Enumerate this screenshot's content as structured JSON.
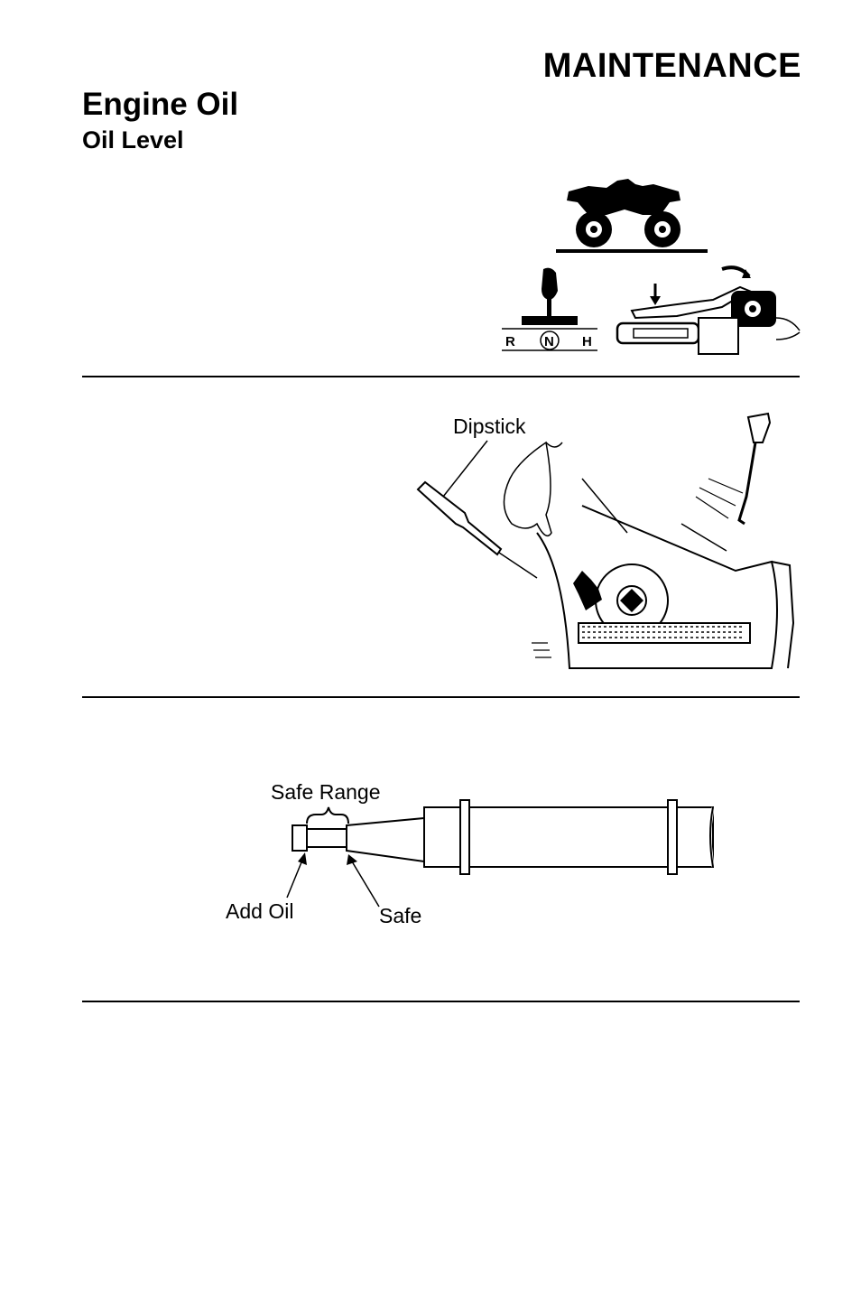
{
  "header": {
    "section_title": "MAINTENANCE"
  },
  "heading": {
    "title": "Engine Oil",
    "subtitle": "Oil Level"
  },
  "figure_prep": {
    "shift_positions": [
      "R",
      "N",
      "H"
    ]
  },
  "figure_dipstick": {
    "callout": "Dipstick"
  },
  "figure_levels": {
    "safe_range": "Safe Range",
    "add_oil": "Add Oil",
    "safe": "Safe"
  }
}
